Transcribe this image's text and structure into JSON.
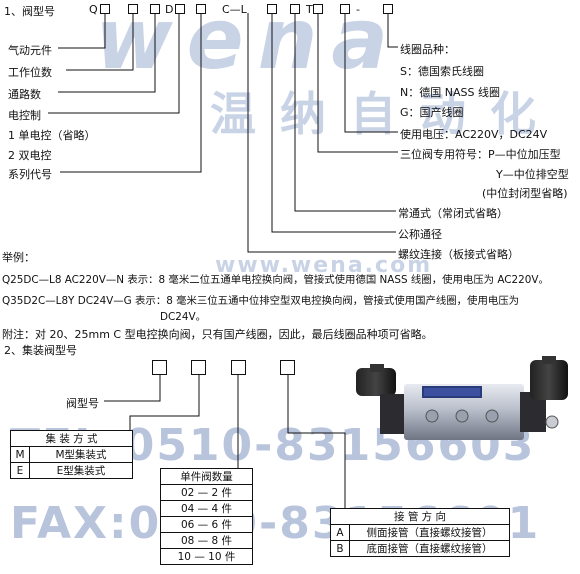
{
  "watermark": {
    "logo": "wena",
    "slogan": "温 纳 自 动 化",
    "mid_logo": "www.wena.com",
    "tel": "TEL:0510-83156603",
    "fax": "FAX:0510-83156601"
  },
  "section1": {
    "title": "1、阀型号",
    "code_letters": {
      "q": "Q",
      "d": "D",
      "c_l": "C—L",
      "t": "T",
      "dash": "-"
    },
    "left_labels": [
      "气动元件",
      "工作位数",
      "通路数",
      "电控制",
      "1 单电控（省略）",
      "2 双电控",
      "系列代号"
    ],
    "right_labels": {
      "coil_brand": "线圈品种：",
      "coil_s": "S：德国索氏线圈",
      "coil_n": "N：德国 NASS 线圈",
      "coil_g": "G：国产线圈",
      "voltage": "使用电压：AC220V，DC24V",
      "three_pos_p": "三位阀专用符号：P—中位加压型",
      "three_pos_y": "Y—中位排空型",
      "three_pos_mid": "(中位封闭型省略)",
      "normal_open": "常通式（常闭式省略）",
      "nominal": "公称通径",
      "thread": "螺纹连接（板接式省略）"
    }
  },
  "examples": {
    "heading": "举例：",
    "ex1": "Q25DC—L8  AC220V—N 表示：8 毫米二位五通单电控换向阀，管接式使用德国 NASS 线圈，使用电压为 AC220V。",
    "ex2a": "Q35D2C—L8Y DC24V—G 表示：8 毫米三位五通中位排空型双电控换向阀，管接式使用国产线圈，使用电压为",
    "ex2b": "DC24V。",
    "note": "附注：对 20、25mm  C 型电控换向阀，只有国产线圈，因此，最后线圈品种项可省略。"
  },
  "section2": {
    "title": "2、集装阀型号",
    "valve_type_label": "阀型号",
    "assembly_table": {
      "header": "集 装 方 式",
      "rows": [
        [
          "M",
          "M型集装式"
        ],
        [
          "E",
          "E型集装式"
        ]
      ]
    },
    "count_table": {
      "header": "单件阀数量",
      "rows": [
        "02 — 2 件",
        "04 — 4 件",
        "06 — 6 件",
        "08 — 8 件",
        "10 — 10 件"
      ]
    },
    "pipe_table": {
      "header": "接 管 方 向",
      "rows": [
        [
          "A",
          "侧面接管（直接螺纹接管）"
        ],
        [
          "B",
          "底面接管（直接螺纹接管）"
        ]
      ]
    }
  },
  "colors": {
    "watermark": "#b8c4dc",
    "ink": "#111111"
  }
}
